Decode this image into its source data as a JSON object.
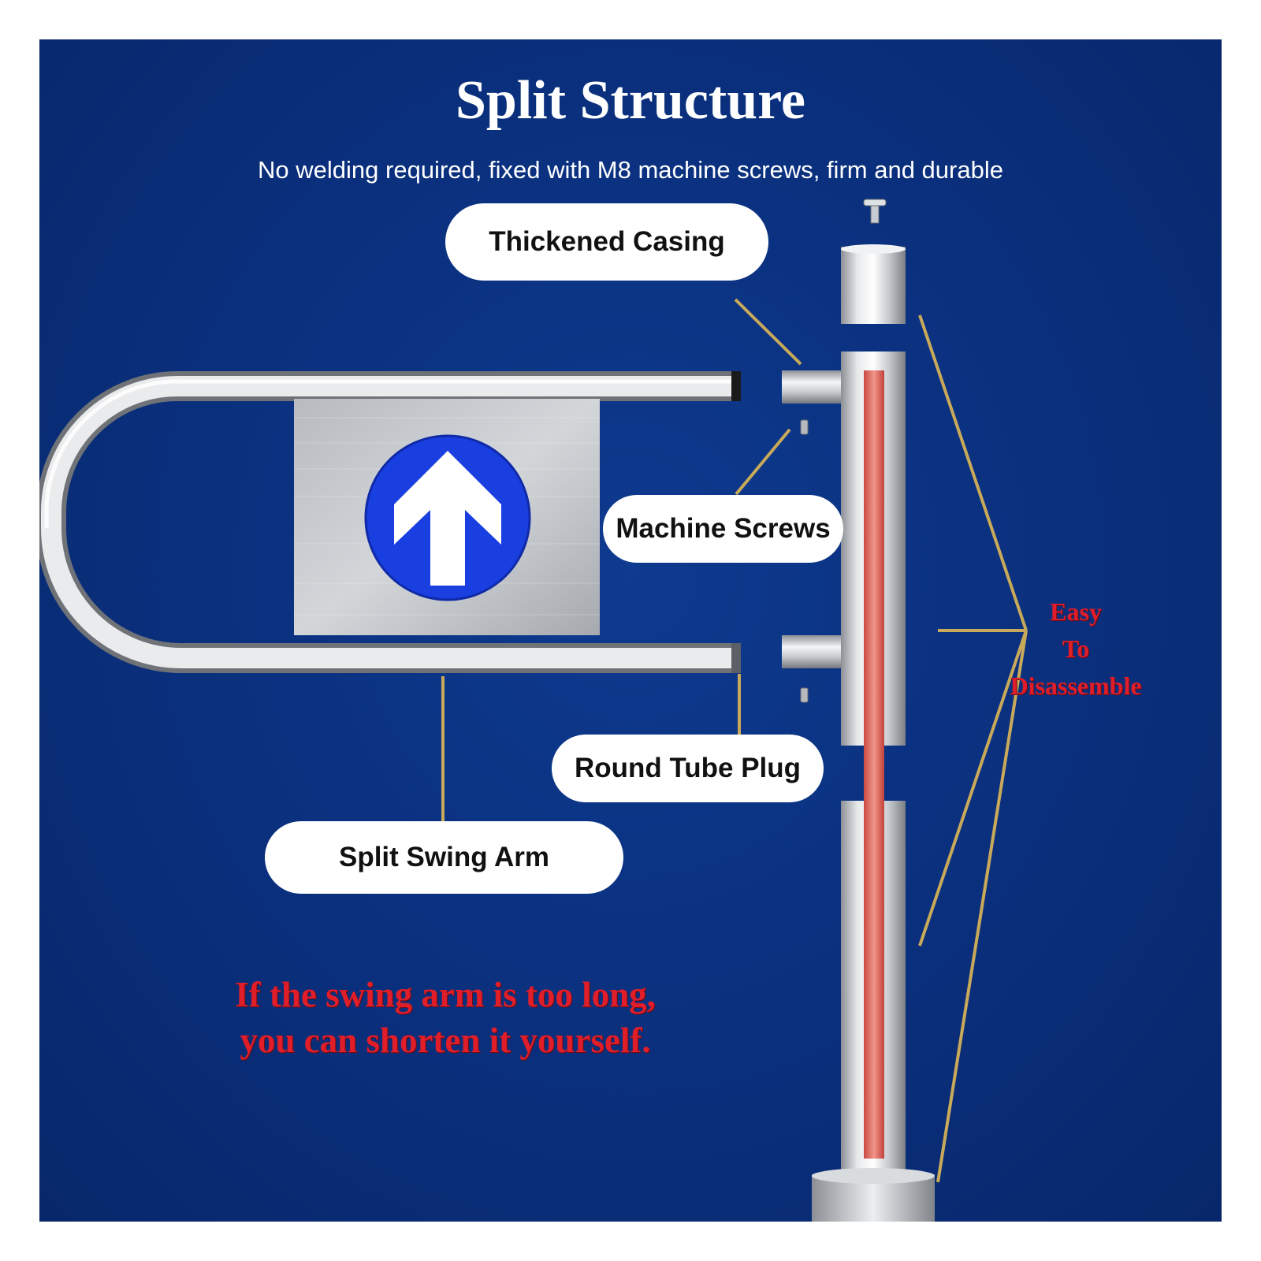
{
  "title": "Split Structure",
  "subtitle": "No welding required, fixed with M8 machine screws, firm and durable",
  "callouts": {
    "thickened_casing": "Thickened Casing",
    "machine_screws": "Machine Screws",
    "round_tube_plug": "Round Tube Plug",
    "split_swing_arm": "Split Swing Arm"
  },
  "easy_label": {
    "line1": "Easy",
    "line2": "To",
    "line3": "Disassemble"
  },
  "note": {
    "line1": "If the swing arm is too long,",
    "line2": "you can shorten it yourself."
  },
  "colors": {
    "background": "#0a2f7c",
    "sign_blue": "#1a3fe0",
    "leader_gold": "#c9a95a",
    "accent_red": "#e01e2a"
  },
  "icons": {
    "sign": "up-arrow-icon"
  }
}
